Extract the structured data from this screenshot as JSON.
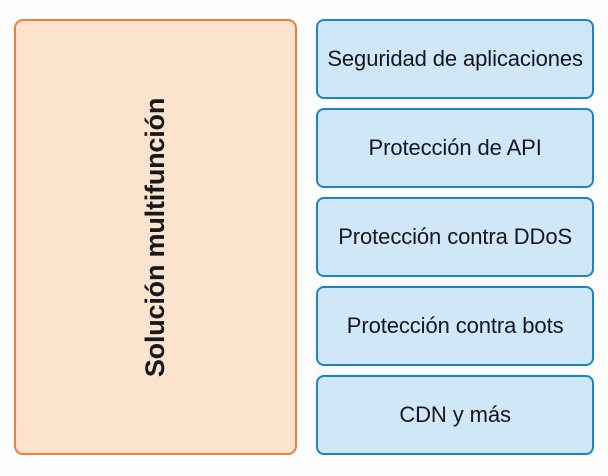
{
  "diagram": {
    "title": "Solución multifunción",
    "type": "grouped-list",
    "colors": {
      "background": "#fdfdfd",
      "panel_fill": "#fce3cd",
      "panel_border": "#ee8033",
      "item_fill": "#d0e7f7",
      "item_border": "#1b84c8",
      "text": "#14171c"
    },
    "left_panel": {
      "label": "Solución multifunción",
      "orientation": "vertical-rotated-90-ccw"
    },
    "items": [
      {
        "label": "Seguridad de aplicaciones"
      },
      {
        "label": "Protección de API"
      },
      {
        "label": "Protección contra DDoS"
      },
      {
        "label": "Protección contra bots"
      },
      {
        "label": "CDN y más"
      }
    ]
  }
}
